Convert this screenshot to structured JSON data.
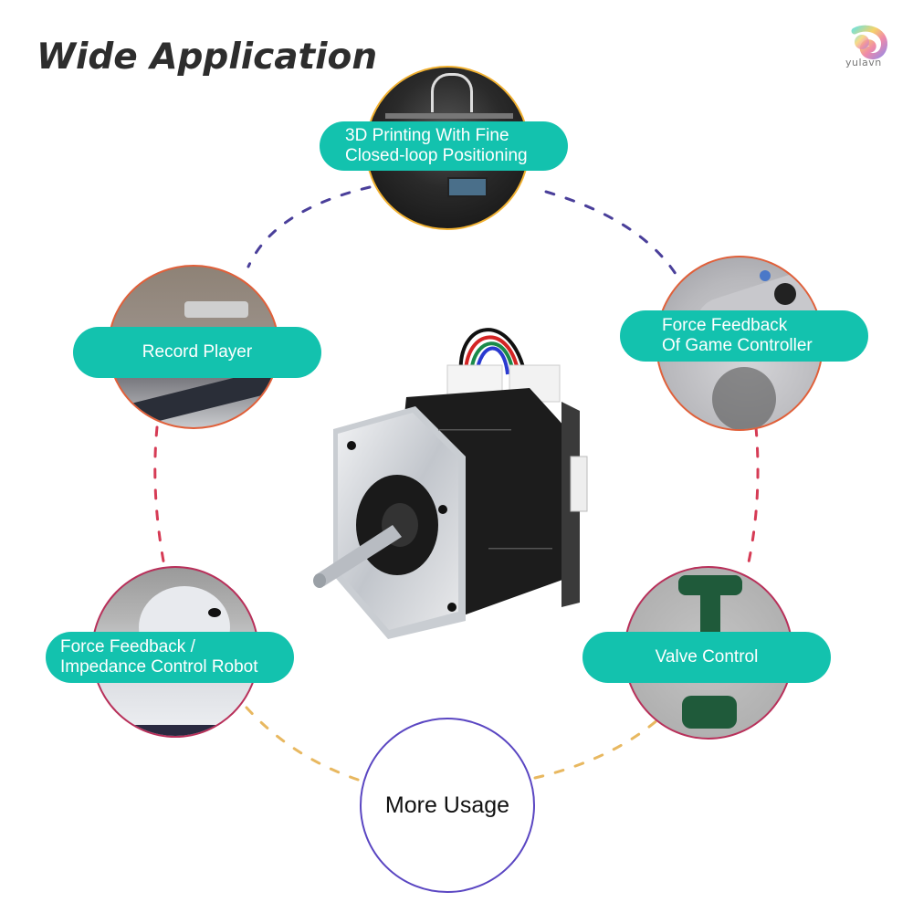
{
  "header": {
    "title": "Wide Application"
  },
  "brand": {
    "name": "yulavn",
    "tagline": ""
  },
  "colors": {
    "pill": "#13c2ae",
    "pill_text": "#ffffff",
    "title": "#2d2d2d",
    "dash_top": "#4a3f9a",
    "dash_side": "#d63b55",
    "dash_bottom": "#e8b860",
    "more_border": "#5a46c2"
  },
  "center_product": {
    "description": "Closed-loop stepper motor with encoder board and 4-wire cable (black, red, green, blue)"
  },
  "applications": [
    {
      "id": "3d-printing",
      "label_line1": "3D Printing With Fine",
      "label_line2": "Closed-loop Positioning",
      "image": "3D printer"
    },
    {
      "id": "record-player",
      "label_line1": "Record Player",
      "label_line2": "",
      "image": "Turntable tonearm"
    },
    {
      "id": "game-controller",
      "label_line1": "Force Feedback",
      "label_line2": "Of Game Controller",
      "image": "Game controller"
    },
    {
      "id": "robot",
      "label_line1": "Force Feedback /",
      "label_line2": "Impedance Control Robot",
      "image": "White robot"
    },
    {
      "id": "valve",
      "label_line1": "Valve Control",
      "label_line2": "",
      "image": "Green control valve"
    }
  ],
  "more": {
    "label": "More Usage"
  }
}
